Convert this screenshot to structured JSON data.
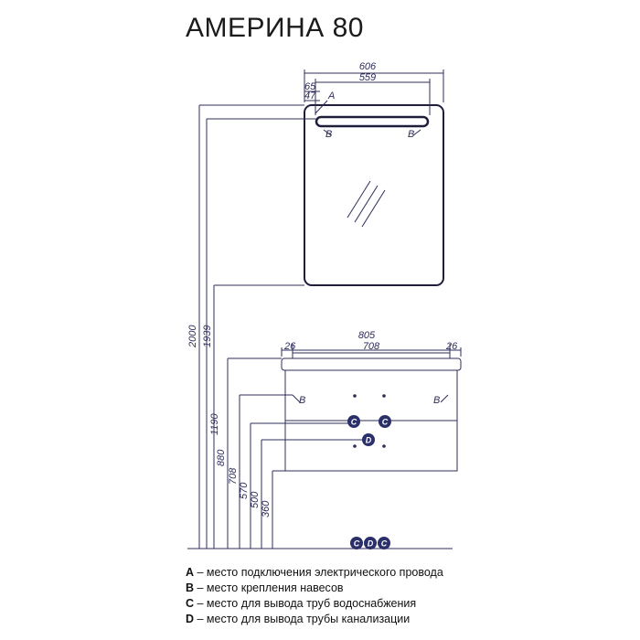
{
  "title": "АМЕРИНА 80",
  "colors": {
    "line": "#2d2d5a",
    "mirror": "#1e1e3c",
    "marker_fill": "#2b2f6a"
  },
  "mirror_dims": {
    "width_total": "606",
    "width_inner": "559",
    "offset_a": "65",
    "offset_b": "47"
  },
  "cabinet_dims": {
    "width_total": "805",
    "width_inner": "708",
    "side_left": "26",
    "side_right": "26"
  },
  "heights": [
    "2000",
    "1939",
    "1190",
    "880",
    "708",
    "570",
    "500",
    "360"
  ],
  "labels": {
    "a": "A",
    "b": "B",
    "c": "C",
    "d": "D"
  },
  "legend": [
    {
      "key": "A",
      "text": " – место подключения электрического провода"
    },
    {
      "key": "B",
      "text": " – место крепления навесов"
    },
    {
      "key": "C",
      "text": " – место для вывода труб водоснабжения"
    },
    {
      "key": "D",
      "text": " – место для вывода трубы канализации"
    }
  ]
}
